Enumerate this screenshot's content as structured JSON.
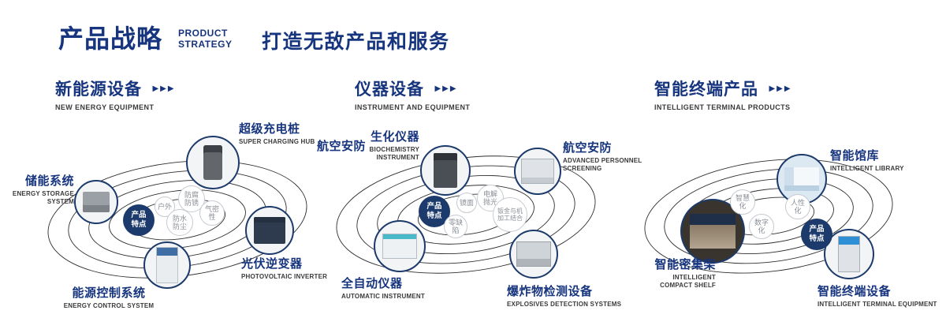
{
  "header": {
    "title": "产品战略",
    "subtitle_top": "PRODUCT",
    "subtitle_bottom": "STRATEGY",
    "tagline": "打造无敌产品和服务"
  },
  "icons": {
    "triple_arrow": "▶▶▶"
  },
  "colors": {
    "navy": "#17357e",
    "chip_navy": "#1c3a6b"
  },
  "sections": [
    {
      "title": "新能源设备",
      "subtitle": "NEW ENERGY EQUIPMENT",
      "center_label": "产品特点",
      "features": [
        "户外",
        "防腐防锈",
        "气密性",
        "防水防尘"
      ],
      "products": [
        {
          "name": "超级充电桩",
          "en": "SUPER CHARGING HUB"
        },
        {
          "name": "储能系统",
          "en": "ENERGY STORAGE SYSTEM"
        },
        {
          "name": "光伏逆变器",
          "en": "PHOTOVOLTAIC INVERTER"
        },
        {
          "name": "能源控制系统",
          "en": "ENERGY CONTROL SYSTEM"
        }
      ]
    },
    {
      "title": "仪器设备",
      "subtitle": "INSTRUMENT AND EQUIPMENT",
      "center_label": "产品特点",
      "side_label": "航空安防",
      "features": [
        "镜面",
        "电解抛光",
        "零缺陷",
        "钣金与机加工结合"
      ],
      "products": [
        {
          "name": "生化仪器",
          "en": "BIOCHEMISTRY INSTRUMENT"
        },
        {
          "name": "航空安防",
          "en": "ADVANCED PERSONNEL SCREENING"
        },
        {
          "name": "全自动仪器",
          "en": "AUTOMATIC INSTRUMENT"
        },
        {
          "name": "爆炸物检测设备",
          "en": "EXPLOSIVES DETECTION SYSTEMS"
        }
      ]
    },
    {
      "title": "智能终端产品",
      "subtitle": "INTELLIGENT TERMINAL PRODUCTS",
      "center_label": "产品特点",
      "features": [
        "智慧化",
        "人性化",
        "数字化"
      ],
      "products": [
        {
          "name": "智能馆库",
          "en": "INTELLIGENT LIBRARY"
        },
        {
          "name": "智能密集架",
          "en": "INTELLIGENT COMPACT SHELF"
        },
        {
          "name": "智能终端设备",
          "en": "INTELLIGENT TERMINAL EQUIPMENT"
        }
      ]
    }
  ]
}
